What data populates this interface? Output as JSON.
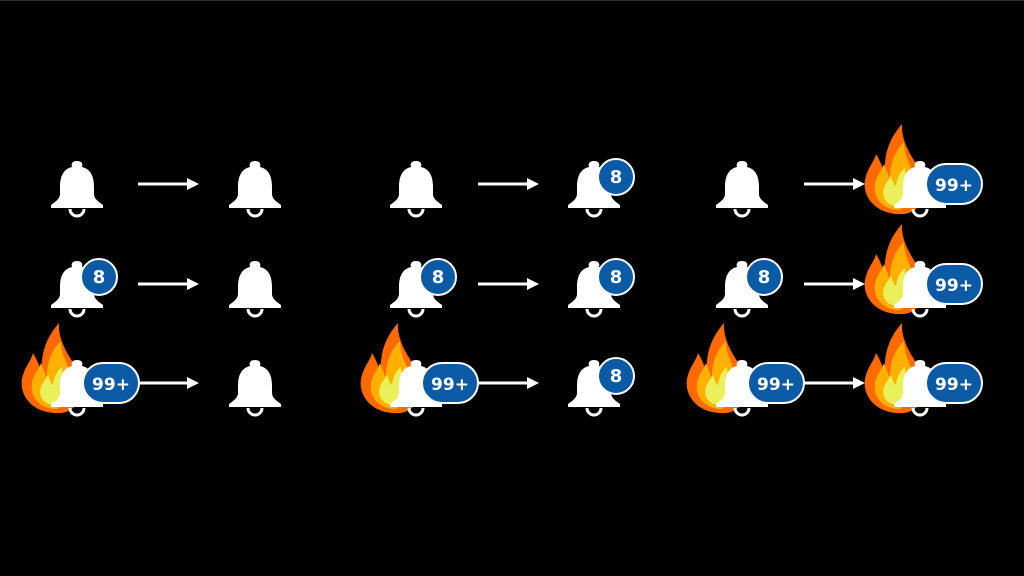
{
  "colors": {
    "background": "#000000",
    "bell": "#ffffff",
    "badge": "#0a5aa6",
    "badge_text": "#ffffff",
    "arrow": "#ffffff",
    "flame_outer": "#ff6a00",
    "flame_mid": "#ffb000",
    "flame_inner": "#e9f05a"
  },
  "icons": {
    "bell": "bell-icon",
    "badge": "count-badge",
    "flame": "flame-icon",
    "arrow": "right-arrow-icon"
  },
  "panels": [
    {
      "rows": [
        {
          "from": {
            "badge": "",
            "flame": false
          },
          "to": {
            "badge": "",
            "flame": false
          }
        },
        {
          "from": {
            "badge": "8",
            "flame": false
          },
          "to": {
            "badge": "",
            "flame": false
          }
        },
        {
          "from": {
            "badge": "99+",
            "flame": true
          },
          "to": {
            "badge": "",
            "flame": false
          }
        }
      ]
    },
    {
      "rows": [
        {
          "from": {
            "badge": "",
            "flame": false
          },
          "to": {
            "badge": "8",
            "flame": false
          }
        },
        {
          "from": {
            "badge": "8",
            "flame": false
          },
          "to": {
            "badge": "8",
            "flame": false
          }
        },
        {
          "from": {
            "badge": "99+",
            "flame": true
          },
          "to": {
            "badge": "8",
            "flame": false
          }
        }
      ]
    },
    {
      "rows": [
        {
          "from": {
            "badge": "",
            "flame": false
          },
          "to": {
            "badge": "99+",
            "flame": true
          }
        },
        {
          "from": {
            "badge": "8",
            "flame": false
          },
          "to": {
            "badge": "99+",
            "flame": true
          }
        },
        {
          "from": {
            "badge": "99+",
            "flame": true
          },
          "to": {
            "badge": "99+",
            "flame": true
          }
        }
      ]
    }
  ]
}
